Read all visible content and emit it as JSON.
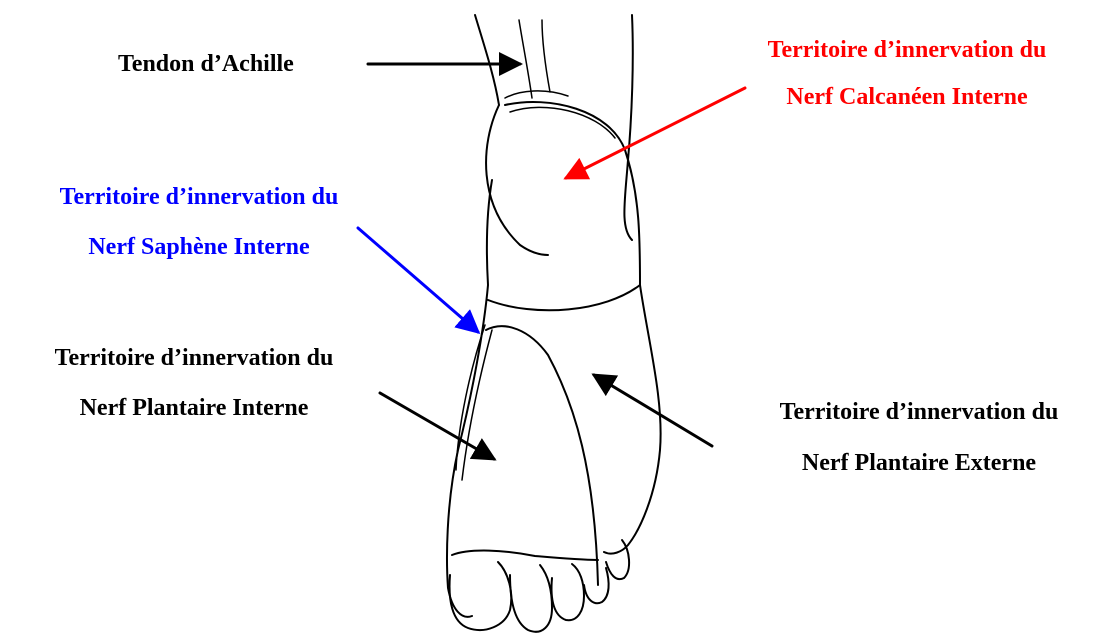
{
  "colors": {
    "black": "#000000",
    "red": "#ff0000",
    "blue": "#0000ff"
  },
  "labels": {
    "achilles": {
      "text": "Tendon d’Achille",
      "color": "#000000"
    },
    "calcaneen": {
      "line1": "Territoire d’innervation du",
      "line2": "Nerf Calcanéen Interne",
      "color": "#ff0000"
    },
    "saphene": {
      "line1": "Territoire d’innervation du",
      "line2": "Nerf Saphène Interne",
      "color": "#0000ff"
    },
    "plantaire_interne": {
      "line1": "Territoire d’innervation du",
      "line2": "Nerf Plantaire Interne",
      "color": "#000000"
    },
    "plantaire_externe": {
      "line1": "Territoire d’innervation du",
      "line2": "Nerf Plantaire Externe",
      "color": "#000000"
    }
  }
}
